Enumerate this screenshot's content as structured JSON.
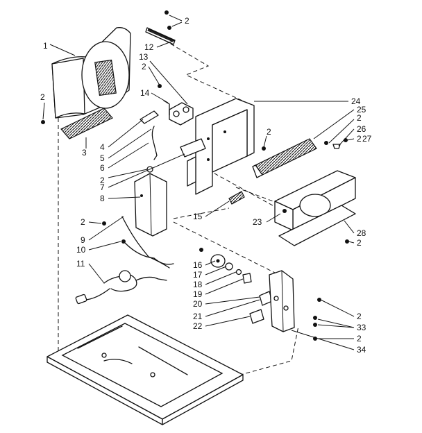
{
  "callouts": [
    {
      "id": "c1",
      "text": "1"
    },
    {
      "id": "c2a",
      "text": "2"
    },
    {
      "id": "c2b",
      "text": "2"
    },
    {
      "id": "c2c",
      "text": "2"
    },
    {
      "id": "c2d",
      "text": "2"
    },
    {
      "id": "c2e",
      "text": "2"
    },
    {
      "id": "c2f",
      "text": "2"
    },
    {
      "id": "c2g",
      "text": "2"
    },
    {
      "id": "c2h",
      "text": "2"
    },
    {
      "id": "c2i",
      "text": "2"
    },
    {
      "id": "c2j",
      "text": "2"
    },
    {
      "id": "c2k",
      "text": "2"
    },
    {
      "id": "c3",
      "text": "3"
    },
    {
      "id": "c4",
      "text": "4"
    },
    {
      "id": "c5",
      "text": "5"
    },
    {
      "id": "c6",
      "text": "6"
    },
    {
      "id": "c7",
      "text": "7"
    },
    {
      "id": "c8",
      "text": "8"
    },
    {
      "id": "c9",
      "text": "9"
    },
    {
      "id": "c10",
      "text": "10"
    },
    {
      "id": "c11",
      "text": "11"
    },
    {
      "id": "c12",
      "text": "12"
    },
    {
      "id": "c13",
      "text": "13"
    },
    {
      "id": "c14",
      "text": "14"
    },
    {
      "id": "c15",
      "text": "15"
    },
    {
      "id": "c16",
      "text": "16"
    },
    {
      "id": "c17",
      "text": "17"
    },
    {
      "id": "c18",
      "text": "18"
    },
    {
      "id": "c19",
      "text": "19"
    },
    {
      "id": "c20",
      "text": "20"
    },
    {
      "id": "c21",
      "text": "21"
    },
    {
      "id": "c22",
      "text": "22"
    },
    {
      "id": "c23",
      "text": "23"
    },
    {
      "id": "c24",
      "text": "24"
    },
    {
      "id": "c25",
      "text": "25"
    },
    {
      "id": "c26",
      "text": "26"
    },
    {
      "id": "c27",
      "text": "27"
    },
    {
      "id": "c28",
      "text": "28"
    },
    {
      "id": "c33",
      "text": "33"
    },
    {
      "id": "c34",
      "text": "34"
    }
  ]
}
